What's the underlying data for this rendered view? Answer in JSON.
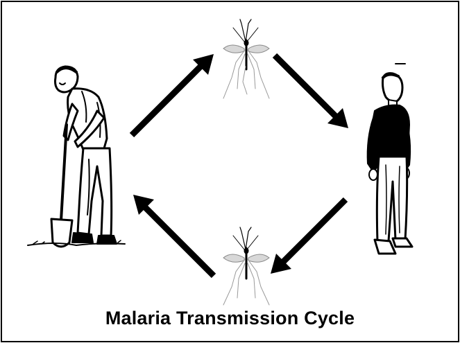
{
  "diagram": {
    "title": "Malaria Transmission Cycle",
    "nodes": [
      {
        "id": "infected-person",
        "icon": "digging-man-icon"
      },
      {
        "id": "mosquito-top",
        "icon": "mosquito-icon"
      },
      {
        "id": "healthy-person",
        "icon": "standing-man-icon"
      },
      {
        "id": "mosquito-bottom",
        "icon": "mosquito-icon"
      }
    ],
    "edges": [
      {
        "from": "infected-person",
        "to": "mosquito-top"
      },
      {
        "from": "mosquito-top",
        "to": "healthy-person"
      },
      {
        "from": "healthy-person",
        "to": "mosquito-bottom"
      },
      {
        "from": "mosquito-bottom",
        "to": "infected-person"
      }
    ],
    "colors": {
      "ink": "#000000",
      "mosquito_wing": "#d8d8d8",
      "background": "#ffffff"
    }
  }
}
